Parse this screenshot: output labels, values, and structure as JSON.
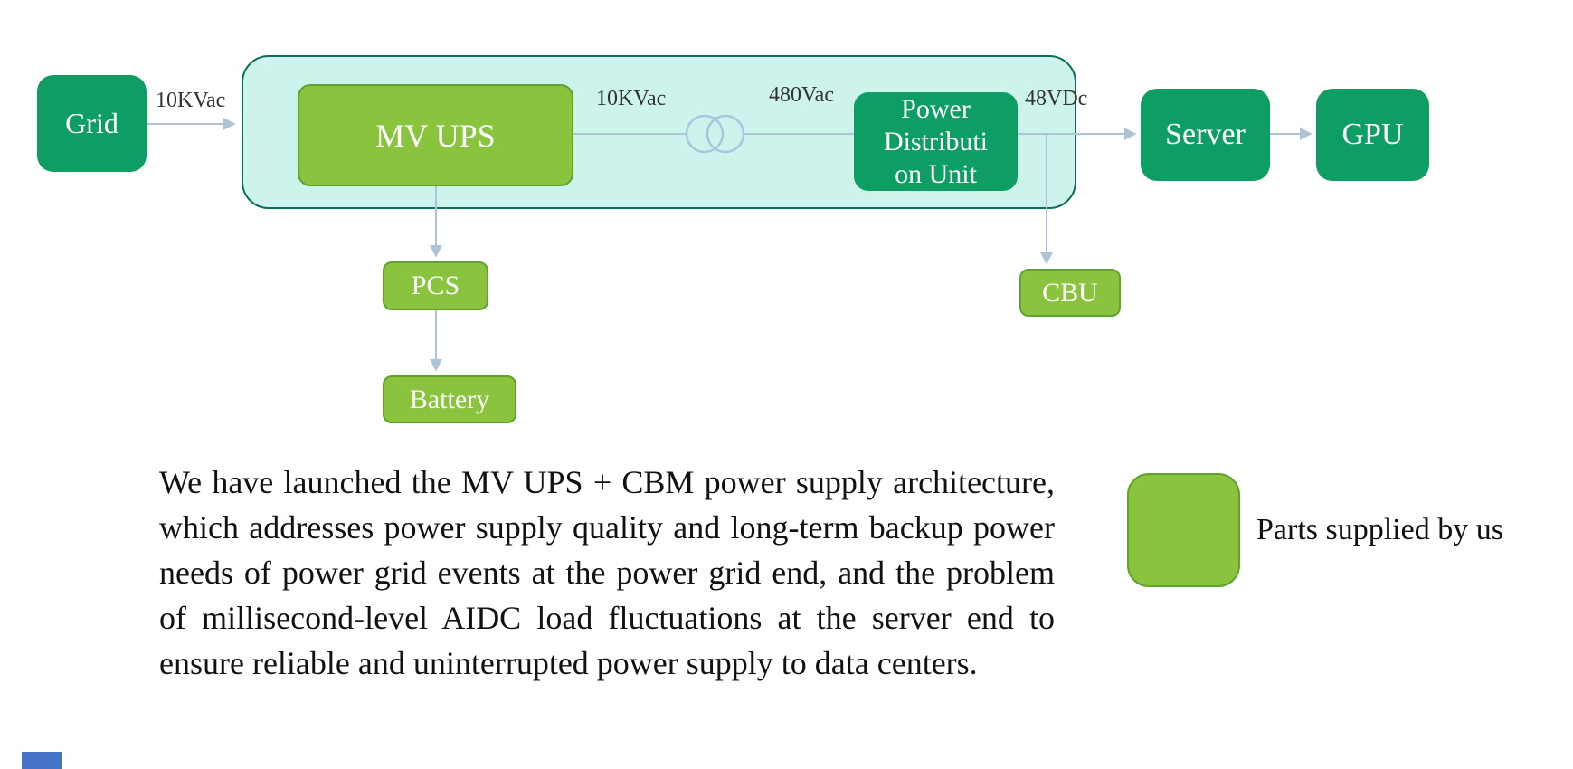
{
  "diagram": {
    "nodes": {
      "grid": {
        "label": "Grid"
      },
      "mv_ups": {
        "label": "MV UPS"
      },
      "power_distribution_unit": {
        "label": "Power Distribution Unit"
      },
      "server": {
        "label": "Server"
      },
      "gpu": {
        "label": "GPU"
      },
      "pcs": {
        "label": "PCS"
      },
      "battery": {
        "label": "Battery"
      },
      "cbu": {
        "label": "CBU"
      }
    },
    "edge_labels": {
      "grid_to_ups": "10KVac",
      "ups_to_transformer": "10KVac",
      "transformer_to_pdu": "480Vac",
      "pdu_to_server": "48VDc"
    },
    "icons": {
      "transformer": "transformer-icon"
    }
  },
  "description": "We have launched the MV UPS + CBM power supply architecture, which addresses power supply quality and long-term backup power needs of power grid events at the power grid end, and the problem of millisecond-level AIDC load fluctuations at the server end to ensure reliable and uninterrupted power supply to data centers.",
  "legend": {
    "label": "Parts supplied by us"
  },
  "colors": {
    "dark_green": "#0e9e63",
    "light_green": "#8ac43f",
    "container_fill": "#ccf4ec",
    "container_border": "#0d6e5a",
    "connector": "#aec3d6",
    "decoration_blue": "#4472c4"
  }
}
